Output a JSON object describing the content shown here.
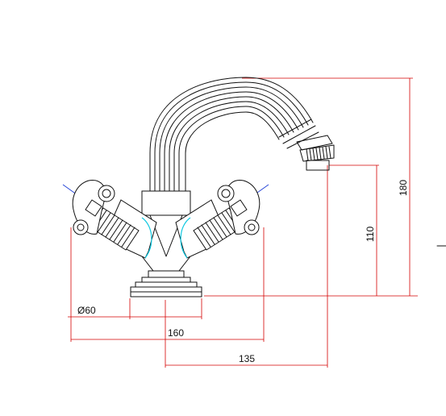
{
  "dimensions": {
    "diameter_label": "Ø60",
    "width_label": "160",
    "reach_label": "135",
    "spout_height_label": "110",
    "total_height_label": "180"
  },
  "colors": {
    "outline": "#111111",
    "dimension_lines": "#d40000",
    "center_axes": "#1f3fd6",
    "seal_rings": "#10c8e0",
    "background": "#ffffff"
  }
}
